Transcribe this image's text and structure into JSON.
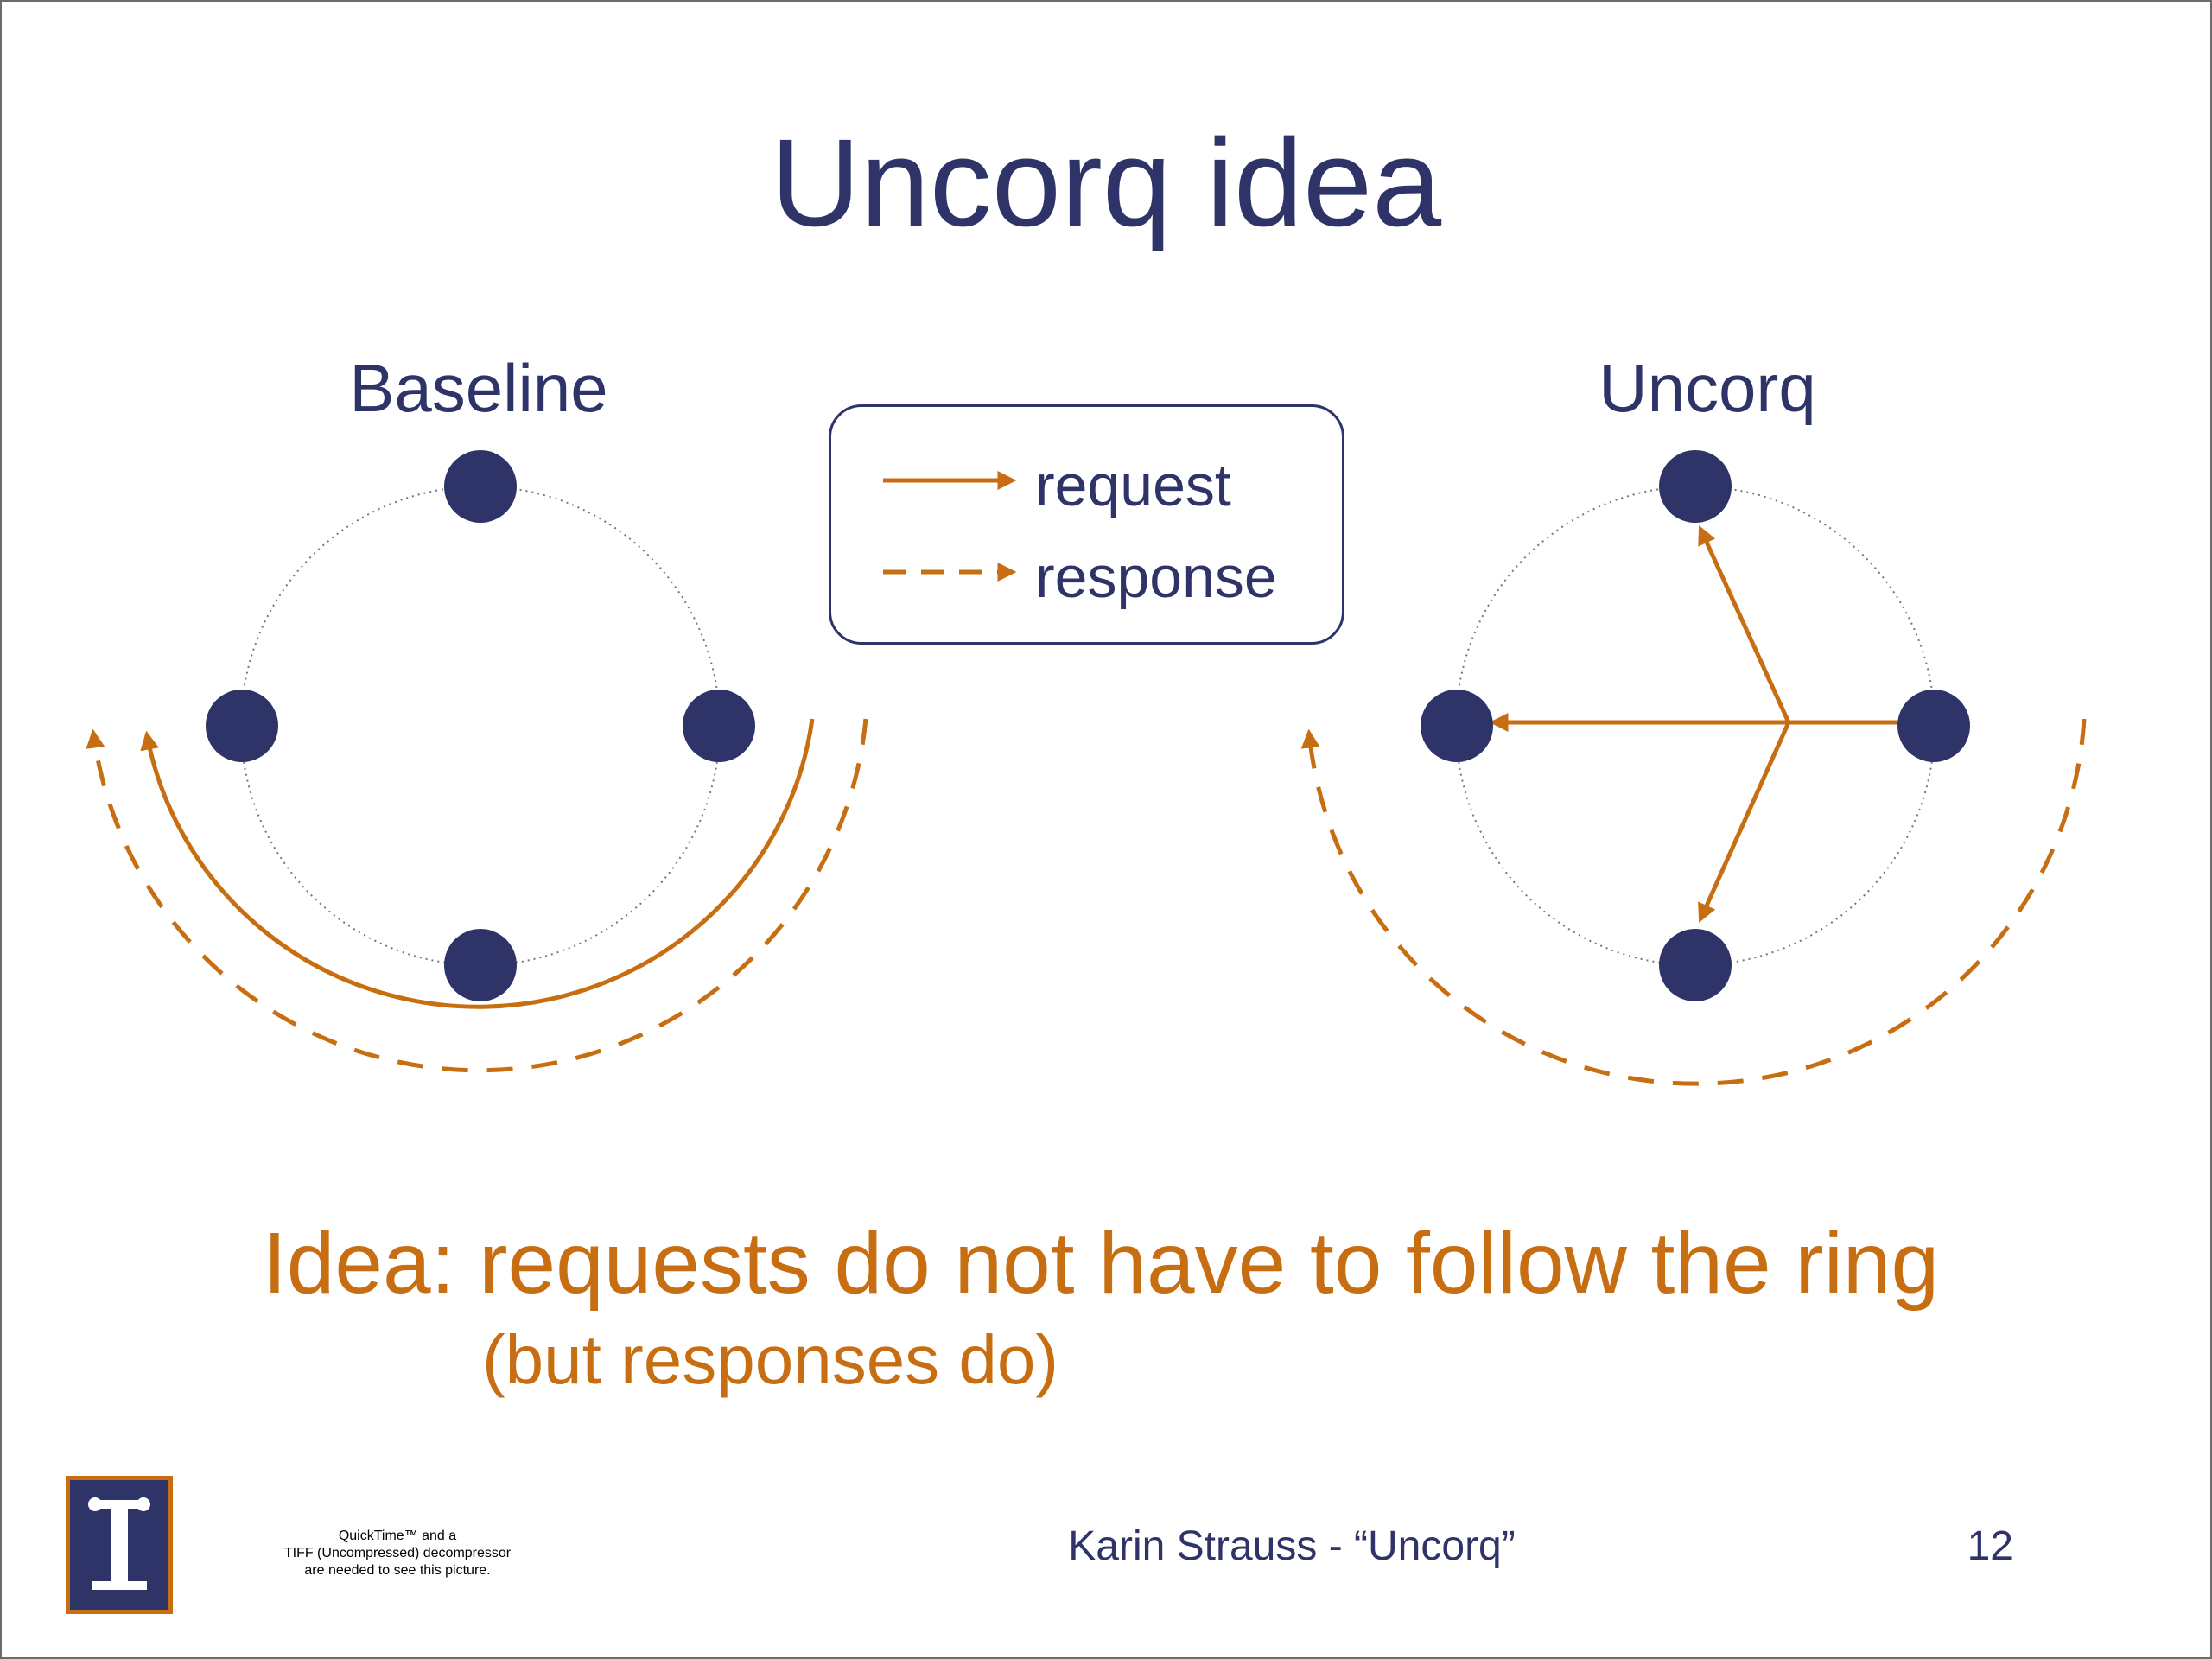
{
  "slide": {
    "title": "Uncorq idea",
    "baseline_label": "Baseline",
    "uncorq_label": "Uncorq",
    "idea_text": "Idea: requests do not have to follow the ring",
    "idea_subtext": "(but responses do)",
    "footer_text": "Karin Strauss - “Uncorq”",
    "page_number": "12"
  },
  "legend": {
    "request_label": "request",
    "response_label": "response"
  },
  "quicktime_placeholder": {
    "line1": "QuickTime™ and a",
    "line2": "TIFF (Uncompressed) decompressor",
    "line3": "are needed to see this picture."
  },
  "logo": {
    "icon": "illinois-column-icon"
  },
  "colors": {
    "node": "#2e3468",
    "arrow": "#c86e12",
    "text_primary": "#2e3468",
    "text_accent": "#c86e12"
  }
}
